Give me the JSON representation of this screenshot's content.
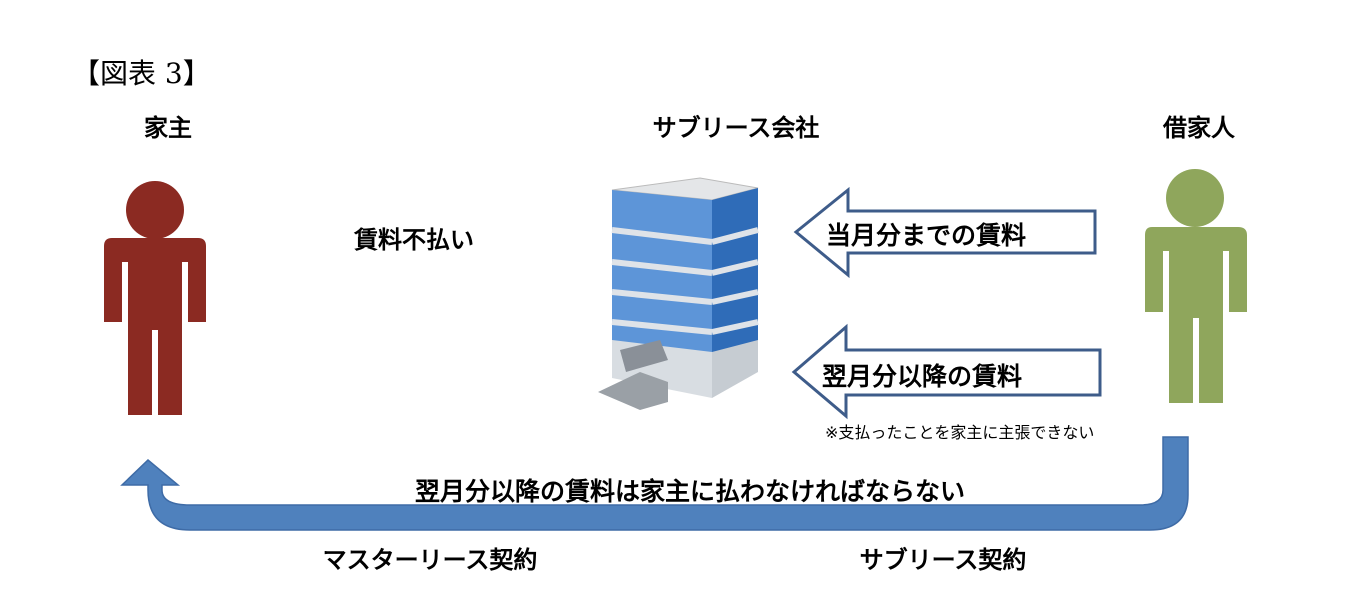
{
  "figure_title": "【図表 3】",
  "parties": {
    "landlord": "家主",
    "sublease_company": "サブリース会社",
    "tenant": "借家人"
  },
  "non_payment_label": "賃料不払い",
  "arrows": {
    "current_rent": "当月分までの賃料",
    "future_rent": "翌月分以降の賃料",
    "future_rent_note": "※支払ったことを家主に主張できない",
    "must_pay_landlord": "翌月分以降の賃料は家主に払わなければならない"
  },
  "contracts": {
    "master_lease": "マスターリース契約",
    "sublease": "サブリース契約"
  },
  "colors": {
    "landlord": "#8B2A22",
    "tenant": "#8FA65C",
    "arrow_outline": "#3E5C8A",
    "u_arrow": "#4F81BD"
  }
}
